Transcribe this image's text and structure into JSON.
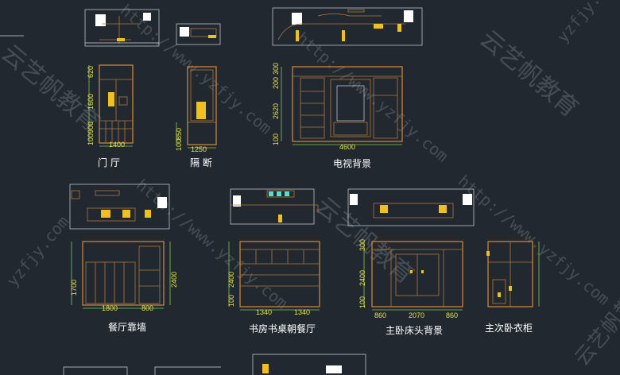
{
  "labels": {
    "foyer": "门 厅",
    "partition": "隔 断",
    "tv_wall": "电视背景",
    "dining_wall": "餐厅靠墙",
    "study_desk": "书房书桌朝餐厅",
    "master_bed": "主卧床头背景",
    "wardrobe": "主次卧衣柜"
  },
  "dimensions": {
    "foyer_w": "1400",
    "foyer_h1": "620",
    "foyer_h2": "1600",
    "foyer_h3": "900",
    "foyer_h4": "100",
    "partition_w": "1250",
    "partition_h1": "850",
    "partition_h2": "100",
    "tv_w": "4600",
    "tv_h1": "300",
    "tv_h2": "200",
    "tv_h3": "2620",
    "tv_h4": "100",
    "dining_w1": "1800",
    "dining_w2": "800",
    "dining_h1": "1700",
    "dining_h2": "2400",
    "study_w1": "1340",
    "study_w2": "1340",
    "study_h1": "100",
    "study_h2": "2400",
    "bed_w1": "860",
    "bed_w2": "2070",
    "bed_w3": "860",
    "bed_h1": "300",
    "bed_h2": "2400",
    "bed_h3": "100"
  },
  "watermarks": {
    "brand": "云艺帆教育",
    "url": "http://www.yzfjy.com",
    "url_short": "yzfjy.com"
  },
  "colors": {
    "background": "#212830",
    "frame": "#c8843a",
    "dimension_text": "#e8e050",
    "label_text": "#ffffff"
  }
}
